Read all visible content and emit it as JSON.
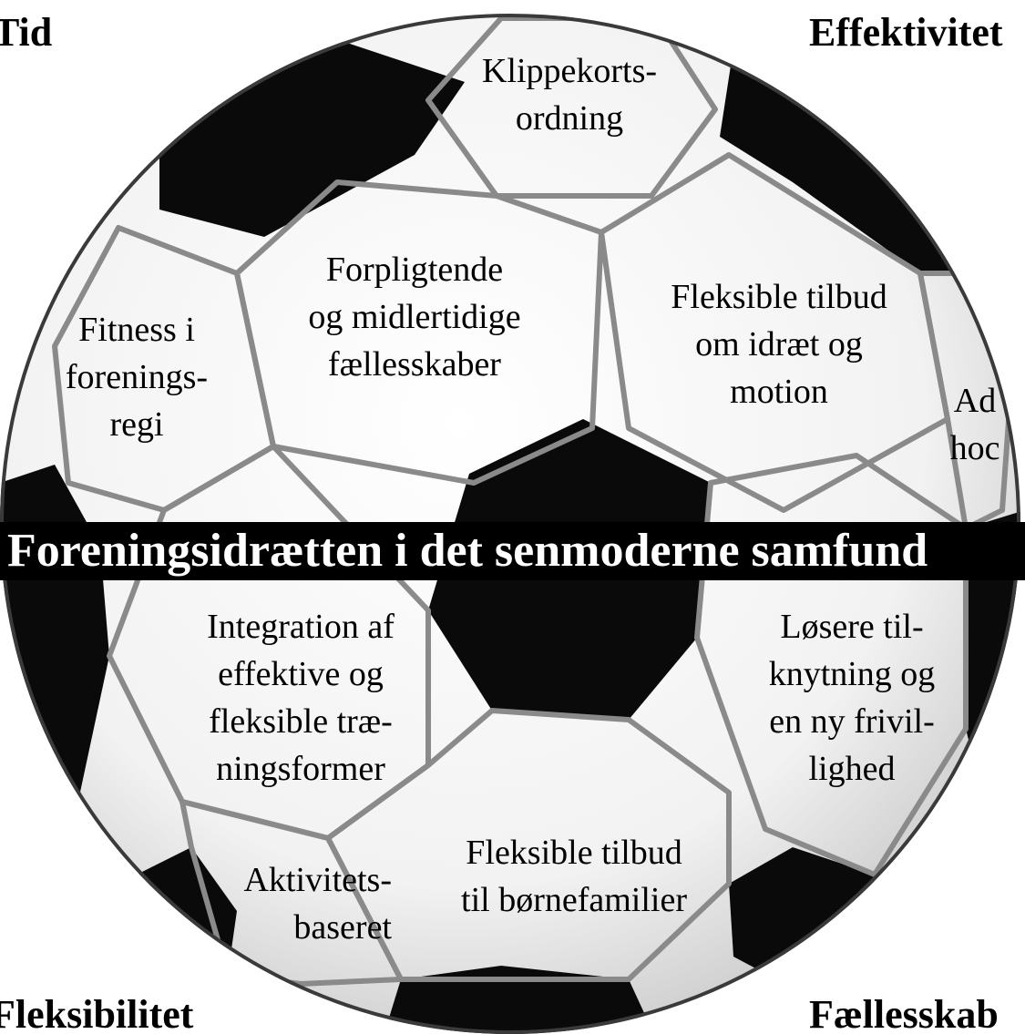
{
  "corners": {
    "top_left": "Tid",
    "top_right": "Effektivitet",
    "bottom_left": "Fleksibilitet",
    "bottom_right": "Fællesskab"
  },
  "center_title": "Foreningsidrætten i det senmoderne samfund",
  "panels": {
    "klippekort": "Klippekorts-\nordning",
    "forpligtende": "Forpligtende\nog midlertidige\nfællesskaber",
    "fleksible_idraet": "Fleksible tilbud\nom idræt og\nmotion",
    "fitness": "Fitness i\nforenings-\nregi",
    "ad_hoc": "Ad\nhoc",
    "integration": "Integration af\neffektive og\nfleksible træ-\nningsformer",
    "losere": "Løsere til-\nknytning og\nen ny frivil-\nlighed",
    "aktivitets": "Aktivitets-\nbaseret",
    "bornefamilier": "Fleksible tilbud\ntil børnefamilier"
  },
  "colors": {
    "ball_white": "#f7f7f7",
    "ball_black": "#0a0a0a",
    "seam": "#8a8a8a",
    "band": "#000000",
    "band_text": "#ffffff"
  },
  "icons": {
    "ball": "soccer-ball-icon"
  }
}
